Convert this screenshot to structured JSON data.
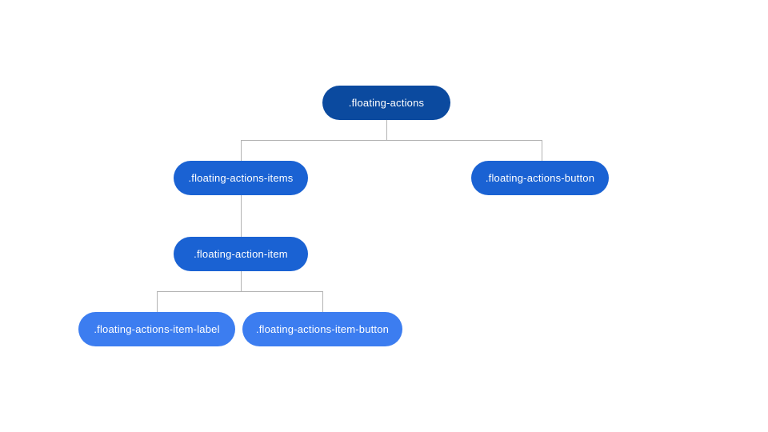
{
  "diagram": {
    "type": "tree",
    "description": "CSS class hierarchy diagram for a floating actions component",
    "colors": {
      "background": "#ffffff",
      "root_fill": "#0b4a9f",
      "branch_fill": "#1a62d3",
      "leaf_fill": "#3c7df0",
      "text": "#ffffff",
      "connector": "#b3b3b3"
    },
    "nodes": [
      {
        "label": ".floating-actions",
        "level": 1,
        "parent": null
      },
      {
        "label": ".floating-actions-items",
        "level": 2,
        "parent": ".floating-actions"
      },
      {
        "label": ".floating-actions-button",
        "level": 2,
        "parent": ".floating-actions"
      },
      {
        "label": ".floating-action-item",
        "level": 3,
        "parent": ".floating-actions-items"
      },
      {
        "label": ".floating-actions-item-label",
        "level": 4,
        "parent": ".floating-action-item"
      },
      {
        "label": ".floating-actions-item-button",
        "level": 4,
        "parent": ".floating-action-item"
      }
    ]
  }
}
